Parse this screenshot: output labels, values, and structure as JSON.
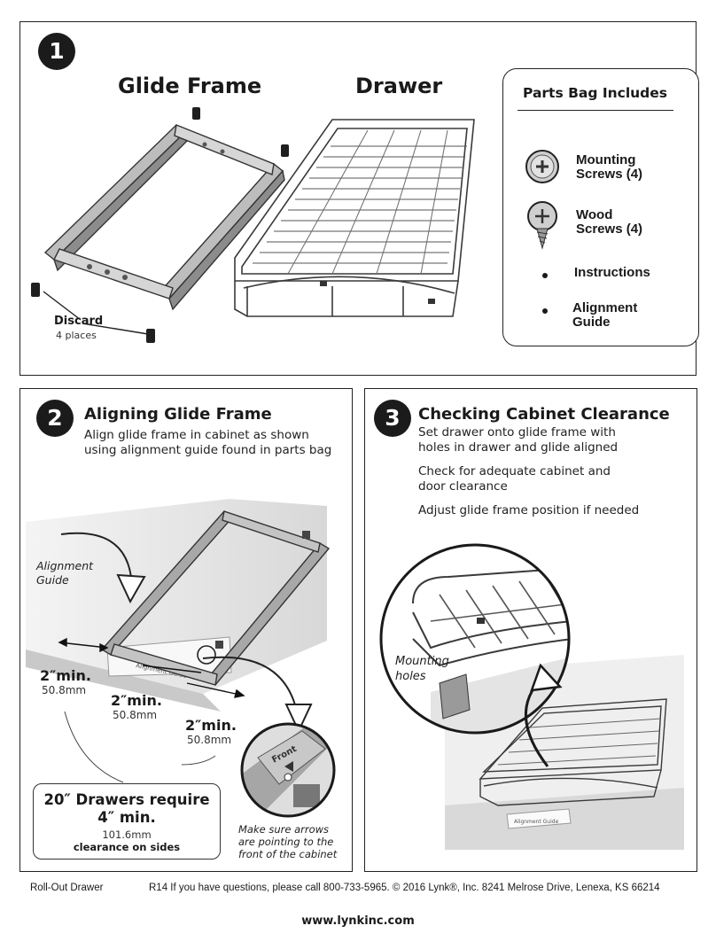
{
  "step1": {
    "number": "1",
    "glide_title": "Glide Frame",
    "drawer_title": "Drawer",
    "discard_label": "Discard",
    "discard_sub": "4 places"
  },
  "parts_bag": {
    "title": "Parts Bag Includes",
    "items": [
      {
        "label_line1": "Mounting",
        "label_line2": "Screws (4)",
        "icon": "mounting-screw-icon"
      },
      {
        "label_line1": "Wood",
        "label_line2": "Screws (4)",
        "icon": "wood-screw-icon"
      },
      {
        "label_line1": "Instructions",
        "label_line2": "",
        "icon": "bullet"
      },
      {
        "label_line1": "Alignment",
        "label_line2": "Guide",
        "icon": "bullet"
      }
    ]
  },
  "step2": {
    "number": "2",
    "title": "Aligning Glide Frame",
    "desc_line1": "Align glide frame in cabinet as shown",
    "desc_line2": "using alignment guide found in parts bag",
    "alignment_label_1": "Alignment",
    "alignment_label_2": "Guide",
    "guide_text": "Alignment Guide",
    "dims": [
      {
        "big": "2″min.",
        "small": "50.8mm"
      },
      {
        "big": "2″min.",
        "small": "50.8mm"
      },
      {
        "big": "2″min.",
        "small": "50.8mm"
      }
    ],
    "requirement": {
      "line1": "20″ Drawers require",
      "line2": "4″ min.",
      "line3": "101.6mm",
      "line4": "clearance on sides"
    },
    "arrow_note_1": "Make sure arrows",
    "arrow_note_2": "are pointing to the",
    "arrow_note_3": "front of the cabinet",
    "front_label": "Front"
  },
  "step3": {
    "number": "3",
    "title": "Checking Cabinet Clearance",
    "p1_line1": "Set drawer onto glide frame with",
    "p1_line2": "holes in drawer and glide aligned",
    "p2_line1": "Check for adequate cabinet and",
    "p2_line2": "door clearance",
    "p3_line1": "Adjust glide frame position if needed",
    "mounting_holes_1": "Mounting",
    "mounting_holes_2": "holes",
    "guide_text": "Alignment Guide"
  },
  "footer": {
    "left": "Roll-Out Drawer",
    "middle": "R14   If you have questions, please call 800-733-5965.    © 2016 Lynk®, Inc.    8241 Melrose Drive, Lenexa, KS 66214",
    "url": "www.lynkinc.com"
  },
  "colors": {
    "ink": "#1a1a1a",
    "steel": "#9a9a9a",
    "steel_dark": "#555555",
    "cabinet": "#ececec"
  }
}
